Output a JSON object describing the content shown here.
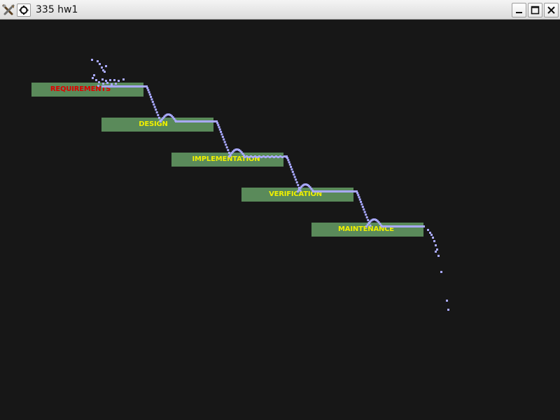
{
  "window": {
    "title": "335 hw1",
    "app_icon": "tools-icon",
    "menu_icon": "window-menu-icon",
    "controls": [
      "minimize-icon",
      "maximize-icon",
      "close-icon"
    ],
    "titlebar_color": "#e6e6e6",
    "background_color": "#171717"
  },
  "stages": [
    {
      "label": "REQUIREMENTS",
      "text_color": "#e00000"
    },
    {
      "label": "DESIGN",
      "text_color": "#f0f000"
    },
    {
      "label": "IMPLEMENTATION",
      "text_color": "#f0f000"
    },
    {
      "label": "VERIFICATION",
      "text_color": "#f0f000"
    },
    {
      "label": "MAINTENANCE",
      "text_color": "#f0f000"
    }
  ],
  "colors": {
    "stage_box": "#5a8a5a",
    "flow_particles": "#a9a9ff"
  }
}
